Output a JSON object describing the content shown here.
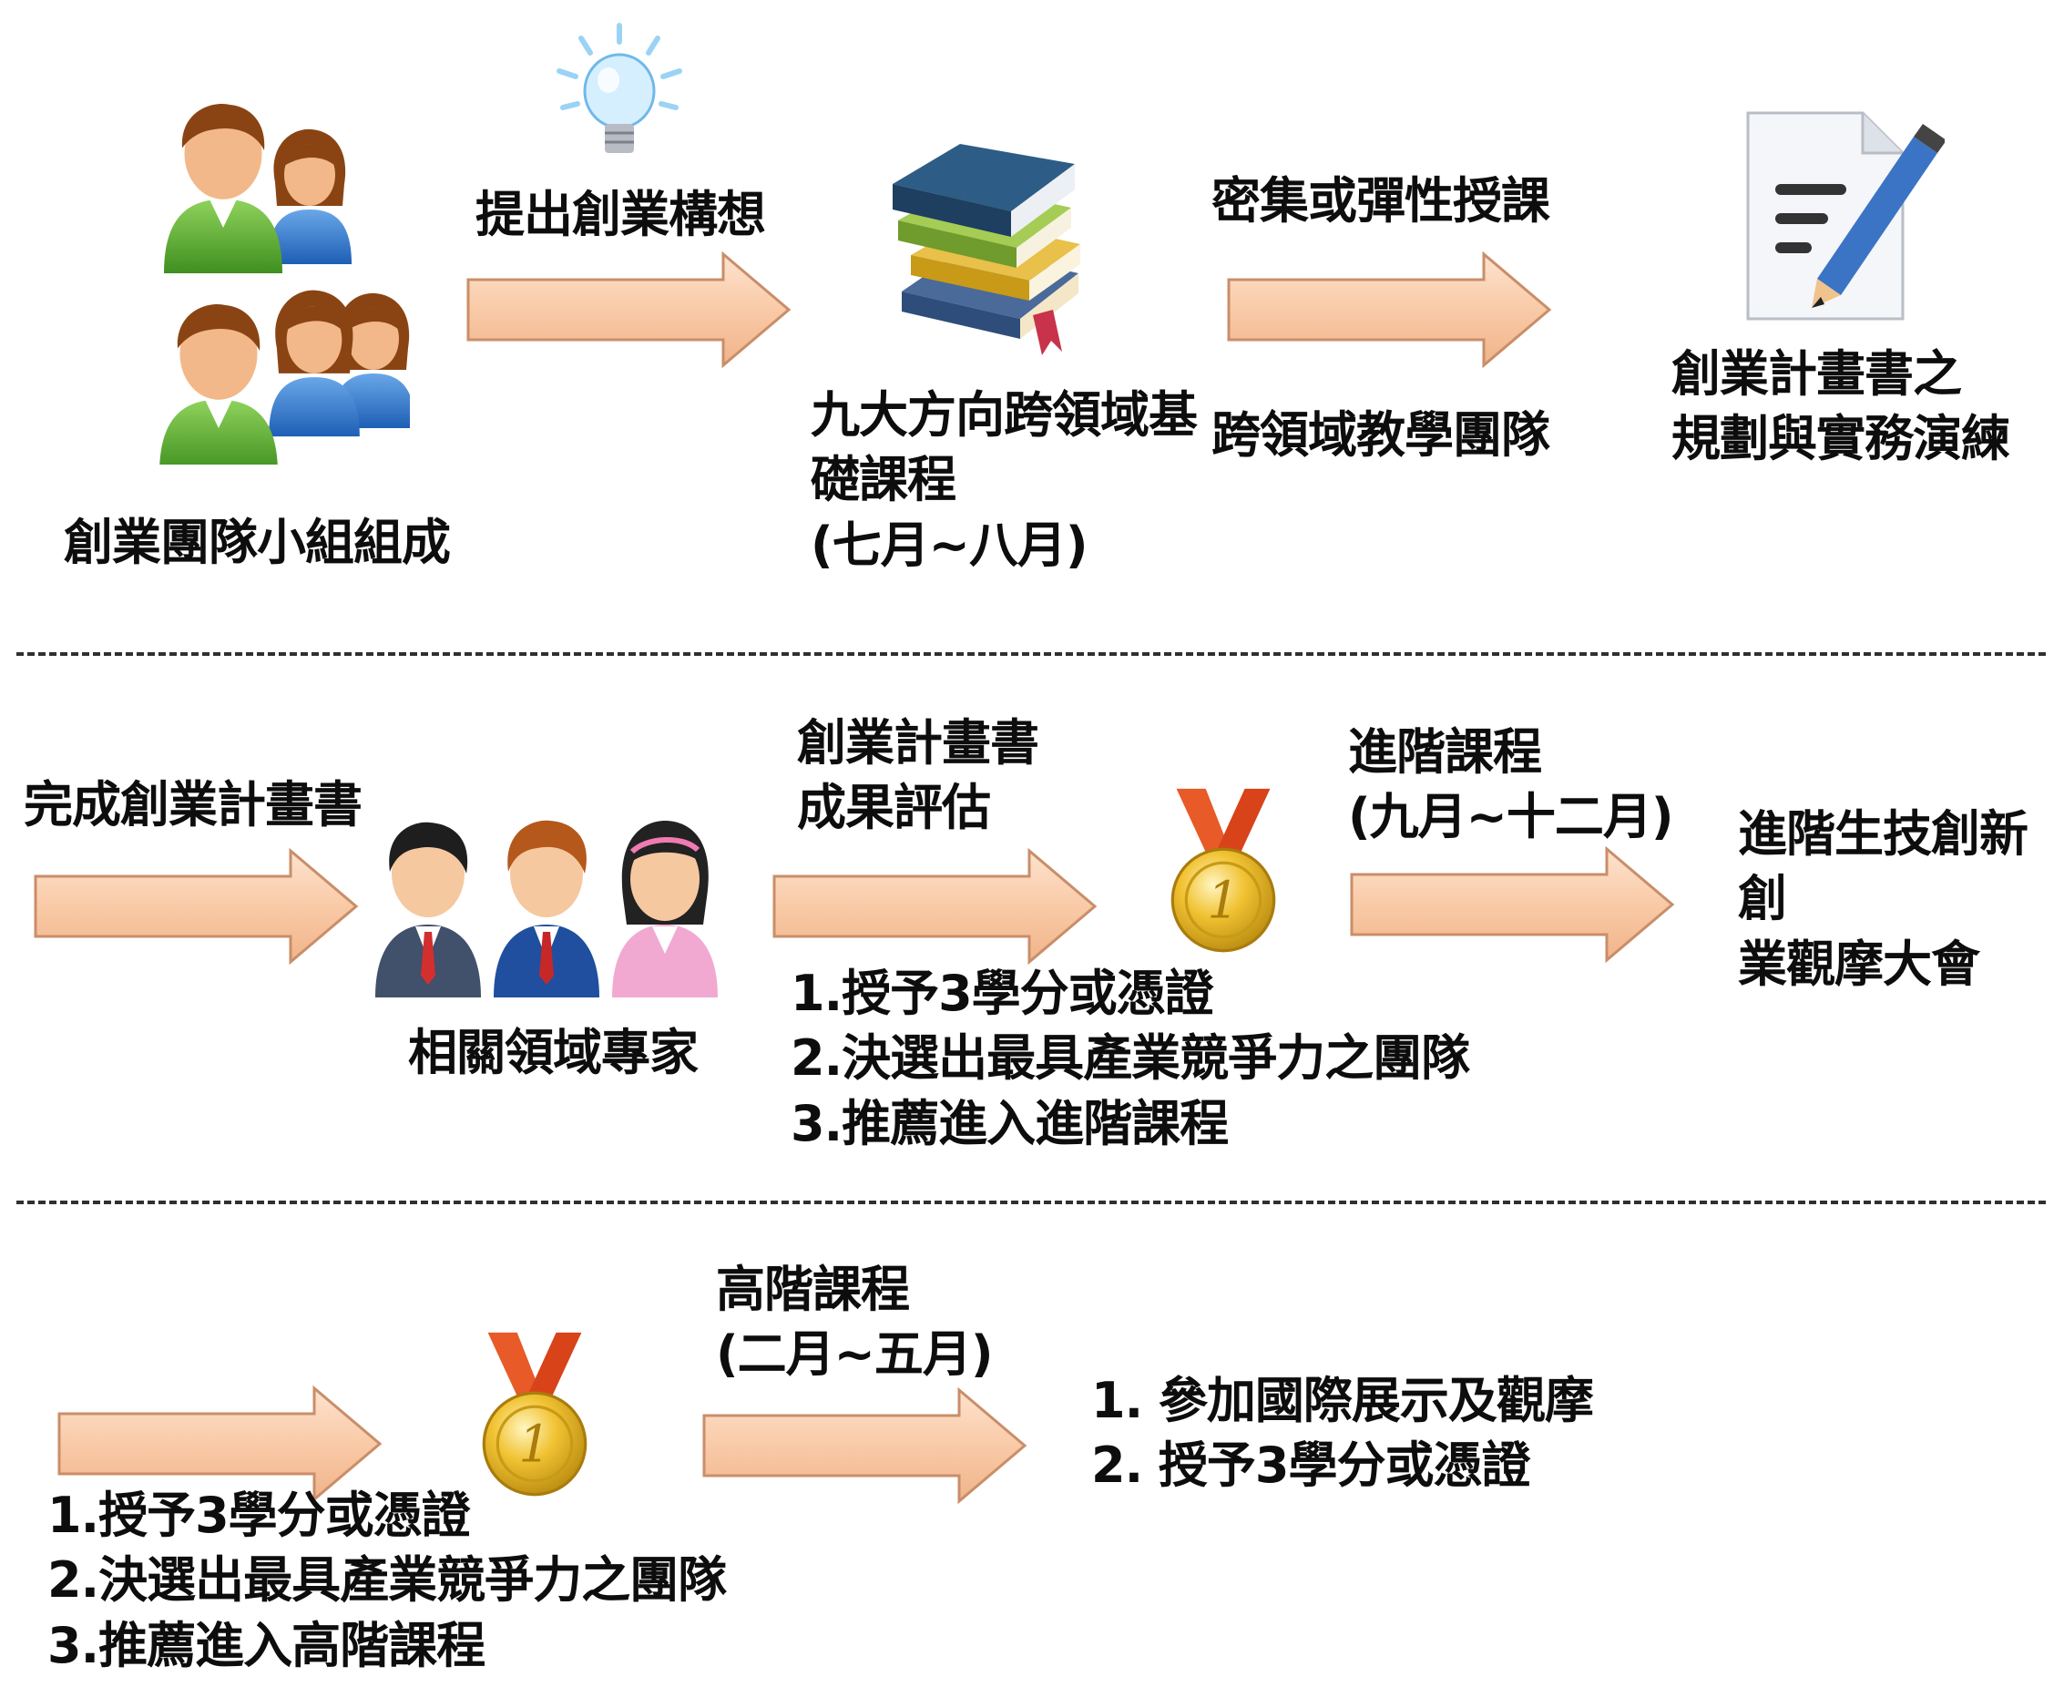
{
  "colors": {
    "arrow_fill": "#f9caa7",
    "arrow_stroke": "#c98e69",
    "divider": "#303030",
    "medal_ribbon": "#e85a27",
    "medal_gold": "#f1c232"
  },
  "row1": {
    "team_label": "創業團隊小組組成",
    "idea_label": "提出創業構想",
    "courses_label": "九大方向跨領域基\n礎課程\n (七月~八月)",
    "teaching_top": "密集或彈性授課",
    "teaching_bottom": "跨領域教學團隊",
    "plan_label": "創業計畫書之\n規劃與實務演練"
  },
  "row2": {
    "complete_label": "完成創業計畫書",
    "experts_label": "相關領域專家",
    "eval_label": "創業計畫書\n成果評估",
    "results": "1.授予3學分或憑證\n2.決選出最具產業競爭力之團隊\n3.推薦進入進階課程",
    "advanced_label": "進階課程\n(九月~十二月)",
    "outcome_label": "進階生技創新創\n業觀摩大會"
  },
  "row3": {
    "results": "1.授予3學分或憑證\n2.決選出最具產業競爭力之團隊\n3.推薦進入高階課程",
    "highlevel_label": "高階課程\n(二月~五月)",
    "outcome": "1. 參加國際展示及觀摩\n2. 授予3學分或憑證"
  },
  "icons": [
    "team-icon",
    "lightbulb-icon",
    "books-icon",
    "document-pen-icon",
    "experts-icon",
    "medal-icon"
  ]
}
